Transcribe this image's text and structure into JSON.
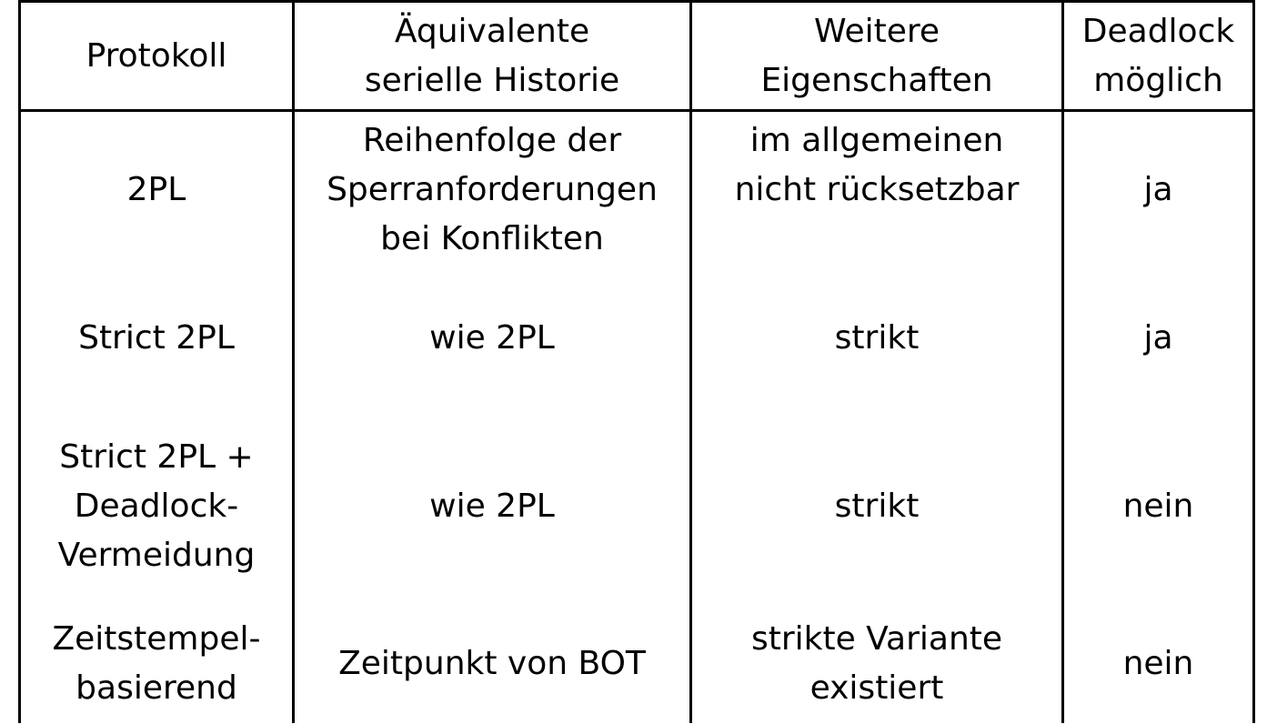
{
  "header": {
    "col1": [
      "Protokoll"
    ],
    "col2": [
      "Äquivalente",
      "serielle Historie"
    ],
    "col3": [
      "Weitere",
      "Eigenschaften"
    ],
    "col4": [
      "Deadlock",
      "möglich"
    ]
  },
  "rows": [
    {
      "protokoll": [
        "2PL"
      ],
      "historie": [
        "Reihenfolge der",
        "Sperranforderungen",
        "bei Konflikten"
      ],
      "eigenschaften": [
        "im allgemeinen",
        "nicht rücksetzbar",
        ""
      ],
      "deadlock": [
        "ja"
      ]
    },
    {
      "protokoll": [
        "Strict 2PL"
      ],
      "historie": [
        "wie 2PL"
      ],
      "eigenschaften": [
        "strikt"
      ],
      "deadlock": [
        "ja"
      ]
    },
    {
      "protokoll": [
        "Strict 2PL +",
        "Deadlock-",
        "Vermeidung"
      ],
      "historie": [
        "wie 2PL"
      ],
      "eigenschaften": [
        "strikt"
      ],
      "deadlock": [
        "nein"
      ]
    },
    {
      "protokoll": [
        "Zeitstempel-",
        "basierend"
      ],
      "historie": [
        "Zeitpunkt von BOT"
      ],
      "eigenschaften": [
        "strikte Variante",
        "existiert"
      ],
      "deadlock": [
        "nein"
      ]
    }
  ]
}
